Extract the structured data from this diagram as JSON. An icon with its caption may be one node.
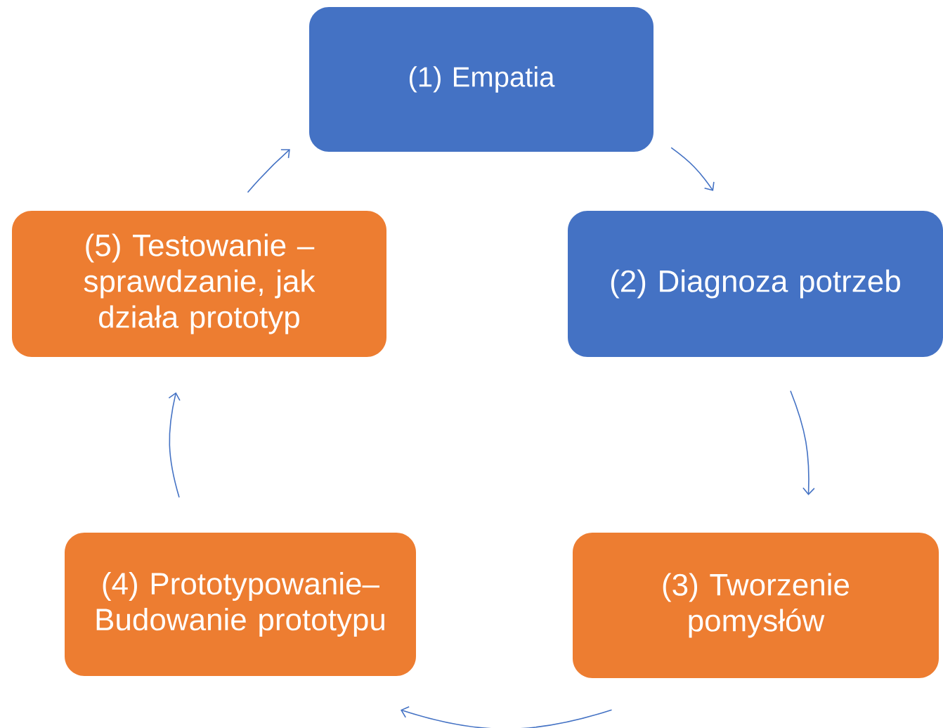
{
  "diagram": {
    "nodes": [
      {
        "text": [
          "(1) Empatia"
        ]
      },
      {
        "text": [
          "(2) Diagnoza potrzeb"
        ]
      },
      {
        "text": [
          "(3) Tworzenie pomysłów"
        ]
      },
      {
        "text": [
          "(4) Prototypowanie– Budowanie prototypu"
        ]
      },
      {
        "text": [
          "(5) Testowanie – sprawdzanie, jak działa prototyp"
        ]
      }
    ],
    "edges": [
      {
        "from": 0,
        "to": 1,
        "arrow": "to"
      },
      {
        "from": 1,
        "to": 2,
        "arrow": "to"
      },
      {
        "from": 2,
        "to": 3,
        "arrow": "to"
      },
      {
        "from": 3,
        "to": 4,
        "arrow": "to"
      },
      {
        "from": 4,
        "to": 0,
        "arrow": "to"
      }
    ]
  }
}
